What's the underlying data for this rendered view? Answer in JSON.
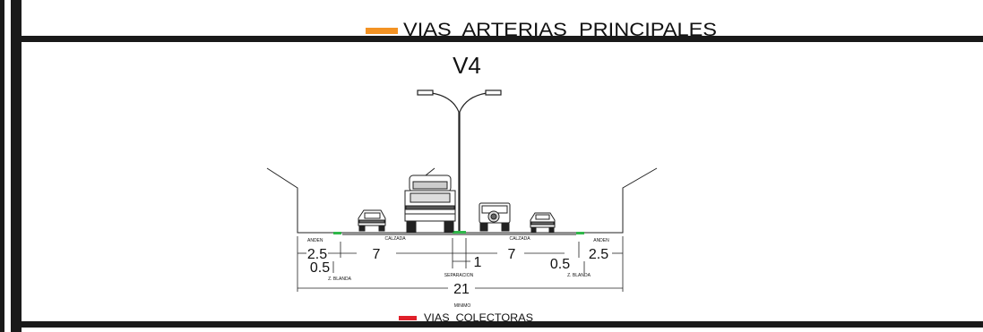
{
  "header": {
    "legend_label": "VIAS  ARTERIAS  PRINCIPALES",
    "legend_color": "#f39223"
  },
  "section": {
    "title": "V4"
  },
  "labels": {
    "anden": "ANDEN",
    "calzada": "CALZADA",
    "separacion": "SEPARACION",
    "zona_blanda": "Z. BLANDA",
    "minimo": "MINIMO"
  },
  "dimensions": {
    "anden_left": "2.5",
    "zona_left": "0.5",
    "calzada_left": "7",
    "separacion": "1",
    "calzada_right": "7",
    "zona_right": "0.5",
    "anden_right": "2.5",
    "total": "21"
  },
  "footer": {
    "legend_label": "VIAS  COLECTORAS",
    "legend_color": "#e0202a"
  },
  "colors": {
    "frame": "#1a1a1a",
    "green_strip": "#2fb84a"
  }
}
